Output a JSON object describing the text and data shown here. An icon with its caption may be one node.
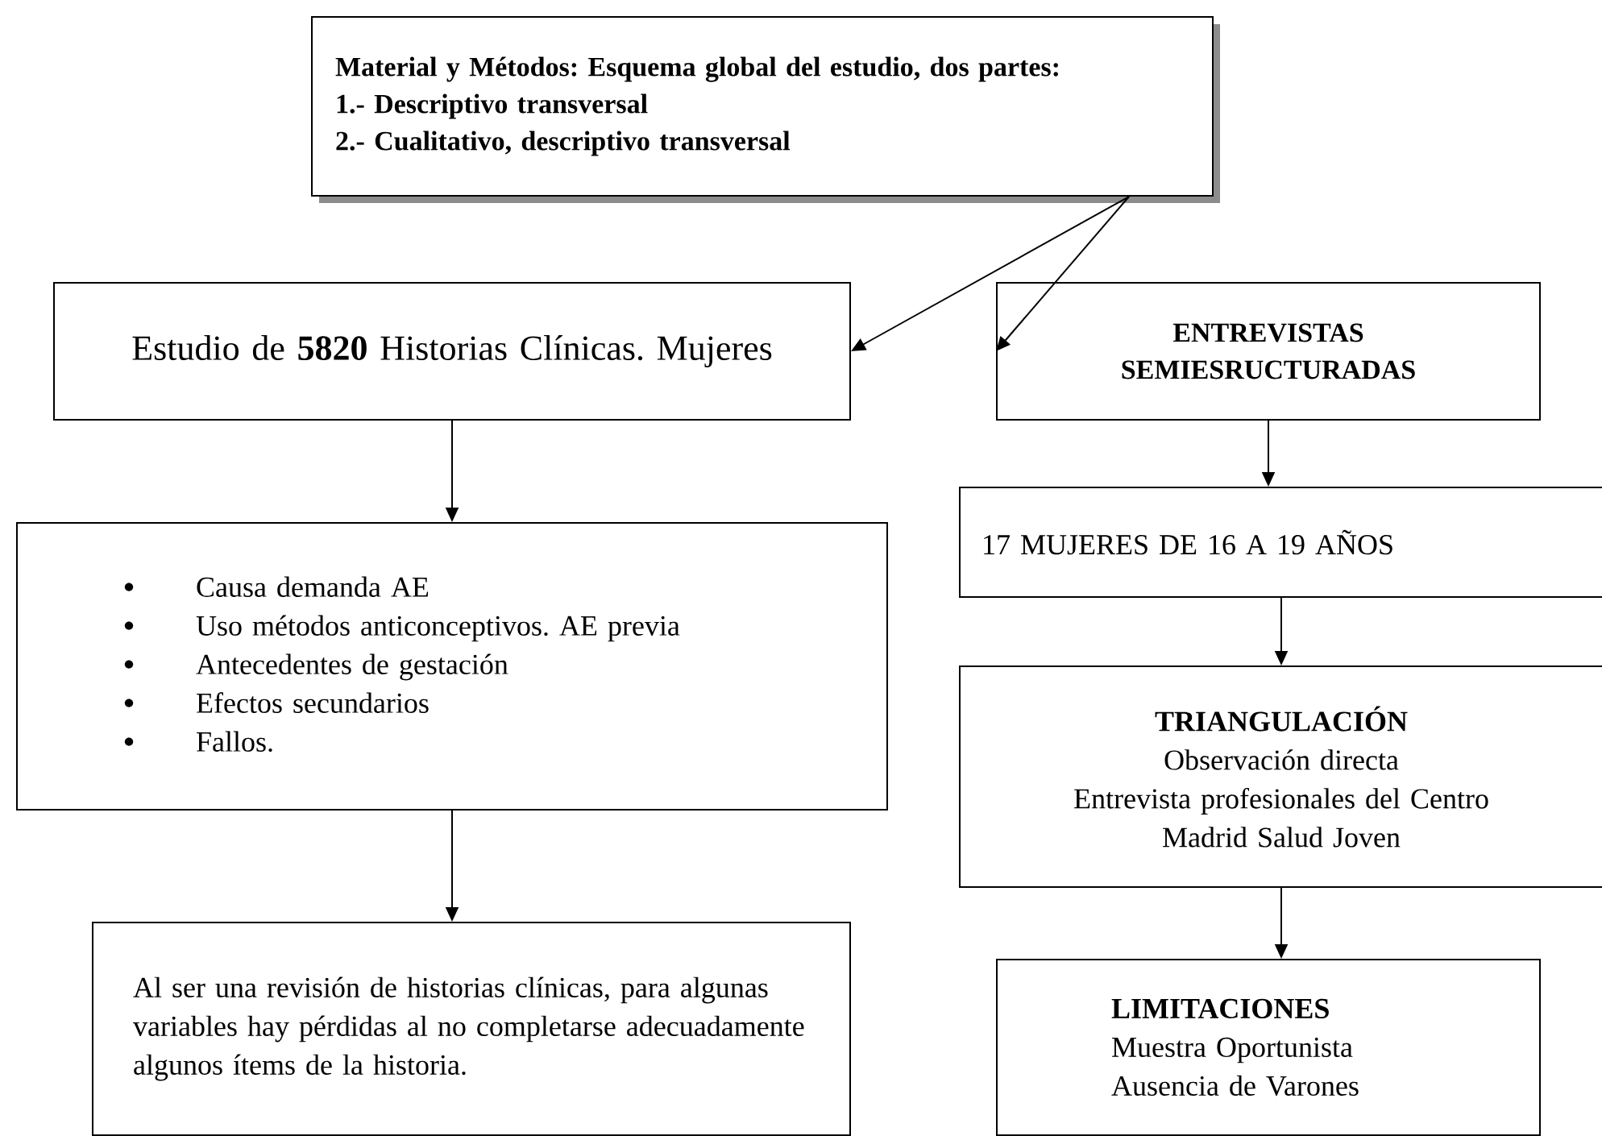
{
  "diagram": {
    "nodes": [
      {
        "text": [
          "Material y Métodos: Esquema global del estudio, dos partes:",
          "1.- Descriptivo transversal",
          "2.- Cualitativo, descriptivo transversal"
        ]
      },
      {
        "text": [
          "Estudio de **5820** Historias Clínicas. Mujeres"
        ]
      },
      {
        "text": [
          "ENTREVISTAS SEMIESRUCTURADAS"
        ]
      },
      {
        "text": [
          "Causa demanda AE",
          "Uso métodos anticonceptivos. AE previa",
          "Antecedentes de gestación",
          "Efectos secundarios",
          "Fallos."
        ]
      },
      {
        "text": [
          "Al ser una revisión de historias clínicas, para algunas variables hay pérdidas al no completarse adecuadamente algunos ítems de la historia."
        ]
      },
      {
        "text": [
          "17 MUJERES DE 16 A 19 AÑOS"
        ]
      },
      {
        "text": [
          "TRIANGULACIÓN",
          "Observación directa",
          "Entrevista profesionales del Centro",
          "Madrid Salud Joven"
        ]
      },
      {
        "text": [
          "LIMITACIONES",
          "Muestra Oportunista",
          "Ausencia de Varones"
        ]
      }
    ],
    "edges": [
      {
        "from": 0,
        "to": 1,
        "arrow": "to"
      },
      {
        "from": 0,
        "to": 2,
        "arrow": "to"
      },
      {
        "from": 1,
        "to": 3,
        "arrow": "to"
      },
      {
        "from": 3,
        "to": 4,
        "arrow": "to"
      },
      {
        "from": 2,
        "to": 5,
        "arrow": "to"
      },
      {
        "from": 5,
        "to": 6,
        "arrow": "to"
      },
      {
        "from": 6,
        "to": 7,
        "arrow": "to"
      }
    ]
  }
}
